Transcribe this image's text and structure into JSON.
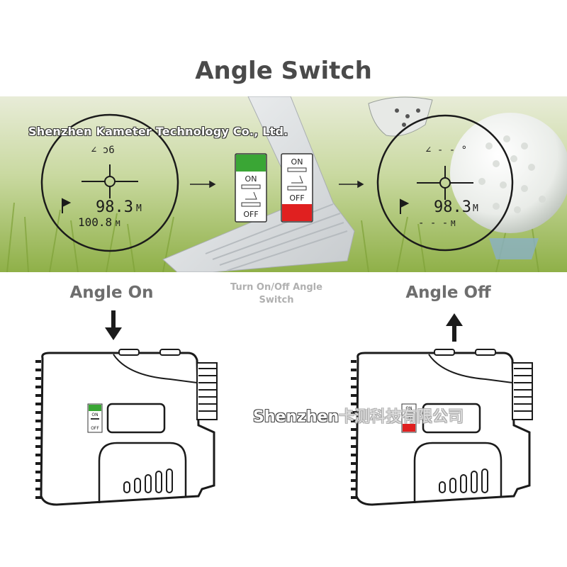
{
  "title": "Angle Switch",
  "banner": {
    "watermark": "Shenzhen Kameter Technology Co., Ltd.",
    "left_scope": {
      "angle": "∠ ͻ6",
      "distance": "98.3",
      "unit": "M",
      "horizontal": "100.8",
      "horizontal_unit": "M"
    },
    "right_scope": {
      "angle": "∠ - - °",
      "distance": "98.3",
      "unit": "M",
      "horizontal": "- - -",
      "horizontal_unit": "M"
    },
    "switch_on": {
      "on": "ON",
      "off": "OFF",
      "active": "on"
    },
    "switch_off": {
      "on": "ON",
      "off": "OFF",
      "active": "off"
    },
    "colors": {
      "green": "#3aa635",
      "red": "#e02020",
      "grass": "#9cbf4c"
    }
  },
  "labels": {
    "angle_on": "Angle On",
    "middle": "Turn On/Off Angle Switch",
    "angle_off": "Angle Off"
  },
  "devices": {
    "left_switch": {
      "on": "ON",
      "off": "OFF"
    },
    "right_switch": {
      "on": "ON",
      "off": "OFF"
    }
  },
  "watermark_bottom": {
    "latin": "Shenzhen",
    "cn": "卡测科技有限公司"
  },
  "icons": [
    "down-arrow-icon",
    "up-arrow-icon",
    "flag-icon",
    "angle-icon",
    "crosshair-icon"
  ]
}
